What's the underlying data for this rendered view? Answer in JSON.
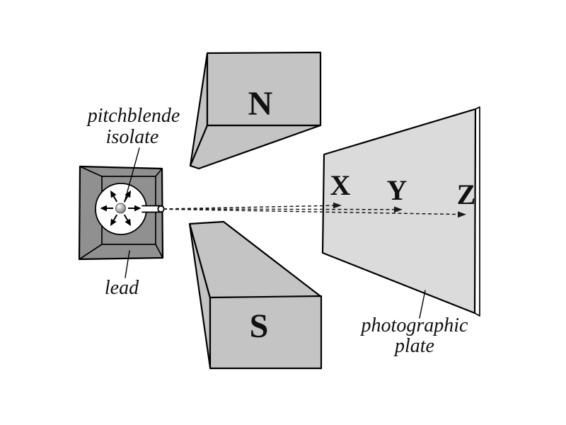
{
  "labels": {
    "source_line1": "pitchblende",
    "source_line2": "isolate",
    "shield": "lead",
    "magnet_north": "N",
    "magnet_south": "S",
    "ray_x": "X",
    "ray_y": "Y",
    "ray_z": "Z",
    "plate_line1": "photographic",
    "plate_line2": "plate"
  },
  "colors": {
    "background": "#ffffff",
    "lead_block": "#909090",
    "magnet": "#c4c4c4",
    "plate": "#dbdbdb",
    "plate_edge": "#e3e3e3",
    "cavity_fill": "#ffffff",
    "outline": "#000000"
  }
}
